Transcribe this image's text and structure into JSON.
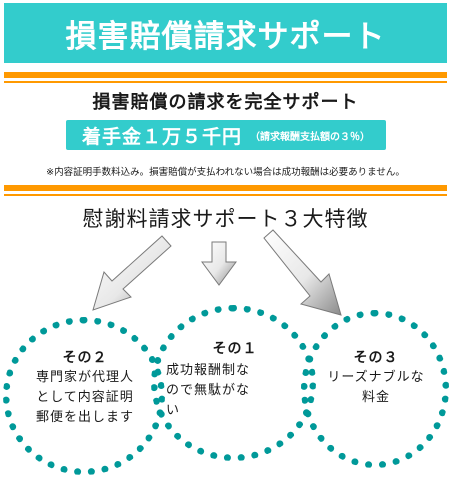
{
  "banner": {
    "title": "損害賠償請求サポート",
    "bg_color": "#33cccc"
  },
  "accent_color": "#ff9900",
  "headline": "損害賠償の請求を完全サポート",
  "price": {
    "main": "着手金１万５千円",
    "sub": "（請求報酬支払額の３％）"
  },
  "note": "※内容証明手数料込み。損害賠償が支払われない場合は成功報酬は必要ありません。",
  "features": {
    "title": "慰謝料請求サポート３大特徴",
    "items": [
      {
        "num": "その１",
        "line1": "成功報酬制な",
        "line2": "ので無駄がな",
        "line3": "い"
      },
      {
        "num": "その２",
        "line1": "専門家が代理人",
        "line2": "として内容証明",
        "line3": "郵便を出します"
      },
      {
        "num": "その３",
        "line1": "リーズナブルな",
        "line2": "料金"
      }
    ]
  },
  "circle_color": "#009999"
}
